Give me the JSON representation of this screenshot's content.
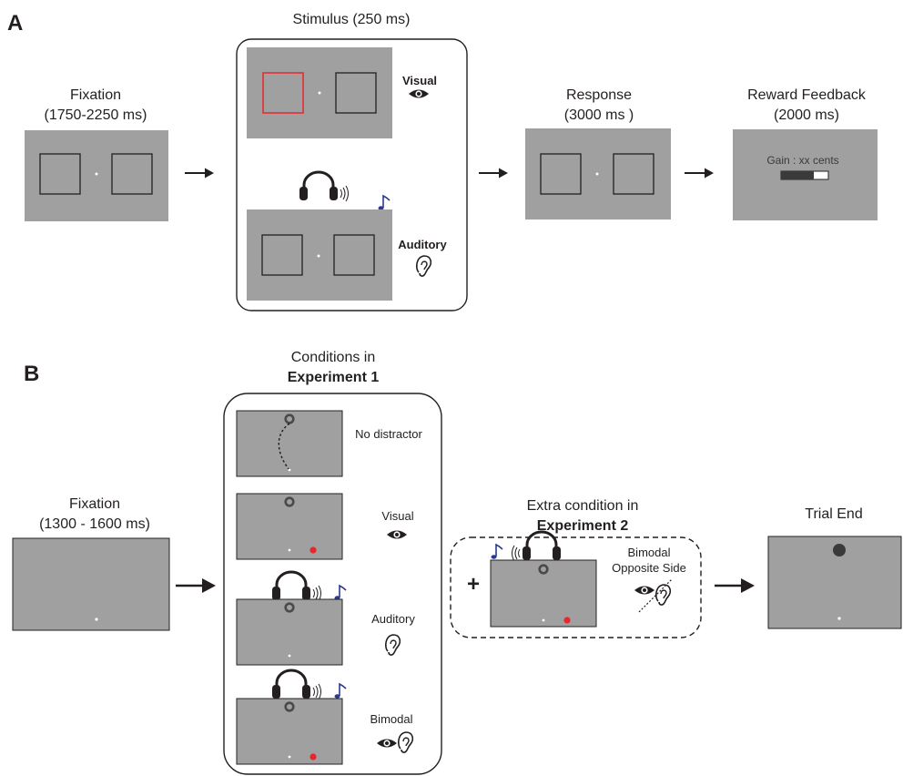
{
  "panel_a": {
    "letter": "A",
    "fixation_title": "Fixation",
    "fixation_duration": "(1750-2250 ms)",
    "stimulus_title": "Stimulus (250 ms)",
    "visual_label": "Visual",
    "auditory_label": "Auditory",
    "response_title": "Response",
    "response_duration": "(3000 ms )",
    "reward_title": "Reward Feedback",
    "reward_duration": "(2000 ms)",
    "gain_text": "Gain : xx cents"
  },
  "panel_b": {
    "letter": "B",
    "conditions_title": "Conditions in",
    "conditions_experiment": "Experiment 1",
    "fixation_title": "Fixation",
    "fixation_duration": "(1300 - 1600 ms)",
    "no_distractor_label": "No distractor",
    "visual_label": "Visual",
    "auditory_label": "Auditory",
    "bimodal_label": "Bimodal",
    "extra_title": "Extra condition in",
    "extra_experiment": "Experiment 2",
    "plus_sign": "+",
    "bimodal_opposite_line1": "Bimodal",
    "bimodal_opposite_line2": "Opposite Side",
    "trial_end_title": "Trial End"
  },
  "colors": {
    "screen_gray": "#a0a0a1",
    "target_red": "#e8262b",
    "note_blue": "#2b3990",
    "line_dark": "#231f20"
  },
  "icons": [
    "eye-icon",
    "ear-icon",
    "headphones-icon",
    "music-note-icon",
    "arrow-right-icon",
    "reward-bar-icon",
    "saccade-path-icon"
  ]
}
